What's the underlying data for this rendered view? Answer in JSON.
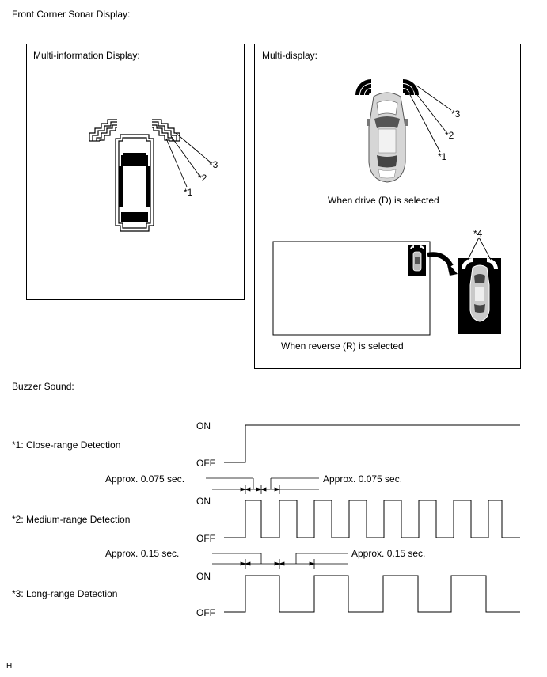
{
  "title": "Front Corner Sonar Display:",
  "mid": {
    "title": "Multi-information Display:",
    "labels": [
      "*1",
      "*2",
      "*3"
    ]
  },
  "md": {
    "title": "Multi-display:",
    "labels": [
      "*1",
      "*2",
      "*3"
    ],
    "drive_caption": "When drive (D) is selected",
    "reverse_caption": "When reverse (R) is selected",
    "star4": "*4"
  },
  "buzzer": {
    "title": "Buzzer Sound:",
    "on": "ON",
    "off": "OFF",
    "close_label": "*1: Close-range Detection",
    "medium_label": "*2: Medium-range Detection",
    "long_label": "*3: Long-range Detection",
    "approx_0075": "Approx. 0.075 sec.",
    "approx_015": "Approx. 0.15 sec."
  },
  "footer": "H"
}
